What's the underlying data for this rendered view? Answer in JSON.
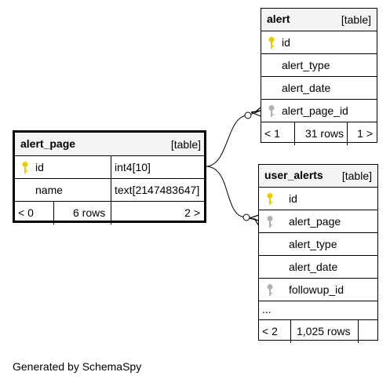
{
  "tables": {
    "alert": {
      "name": "alert",
      "type_label": "[table]",
      "columns": [
        {
          "name": "id",
          "key": "primary"
        },
        {
          "name": "alert_type",
          "key": ""
        },
        {
          "name": "alert_date",
          "key": ""
        },
        {
          "name": "alert_page_id",
          "key": "foreign"
        }
      ],
      "footer": {
        "left": "< 1",
        "rows": "31 rows",
        "right": "1 >"
      }
    },
    "alert_page": {
      "name": "alert_page",
      "type_label": "[table]",
      "columns": [
        {
          "name": "id",
          "key": "primary",
          "type": "int4[10]"
        },
        {
          "name": "name",
          "key": "",
          "type": "text[2147483647]"
        }
      ],
      "footer": {
        "left": "< 0",
        "rows": "6 rows",
        "right": "2 >"
      }
    },
    "user_alerts": {
      "name": "user_alerts",
      "type_label": "[table]",
      "columns": [
        {
          "name": "id",
          "key": "primary"
        },
        {
          "name": "alert_page",
          "key": "foreign"
        },
        {
          "name": "alert_type",
          "key": ""
        },
        {
          "name": "alert_date",
          "key": ""
        },
        {
          "name": "followup_id",
          "key": "foreign"
        }
      ],
      "more": "...",
      "footer": {
        "left": "< 2",
        "rows": "1,025 rows",
        "right": ""
      }
    }
  },
  "colors": {
    "primary_key": "#e8cc00",
    "foreign_key": "#b0b0b0",
    "header_bg": "#f4f4f4"
  },
  "footer_text": "Generated by SchemaSpy"
}
